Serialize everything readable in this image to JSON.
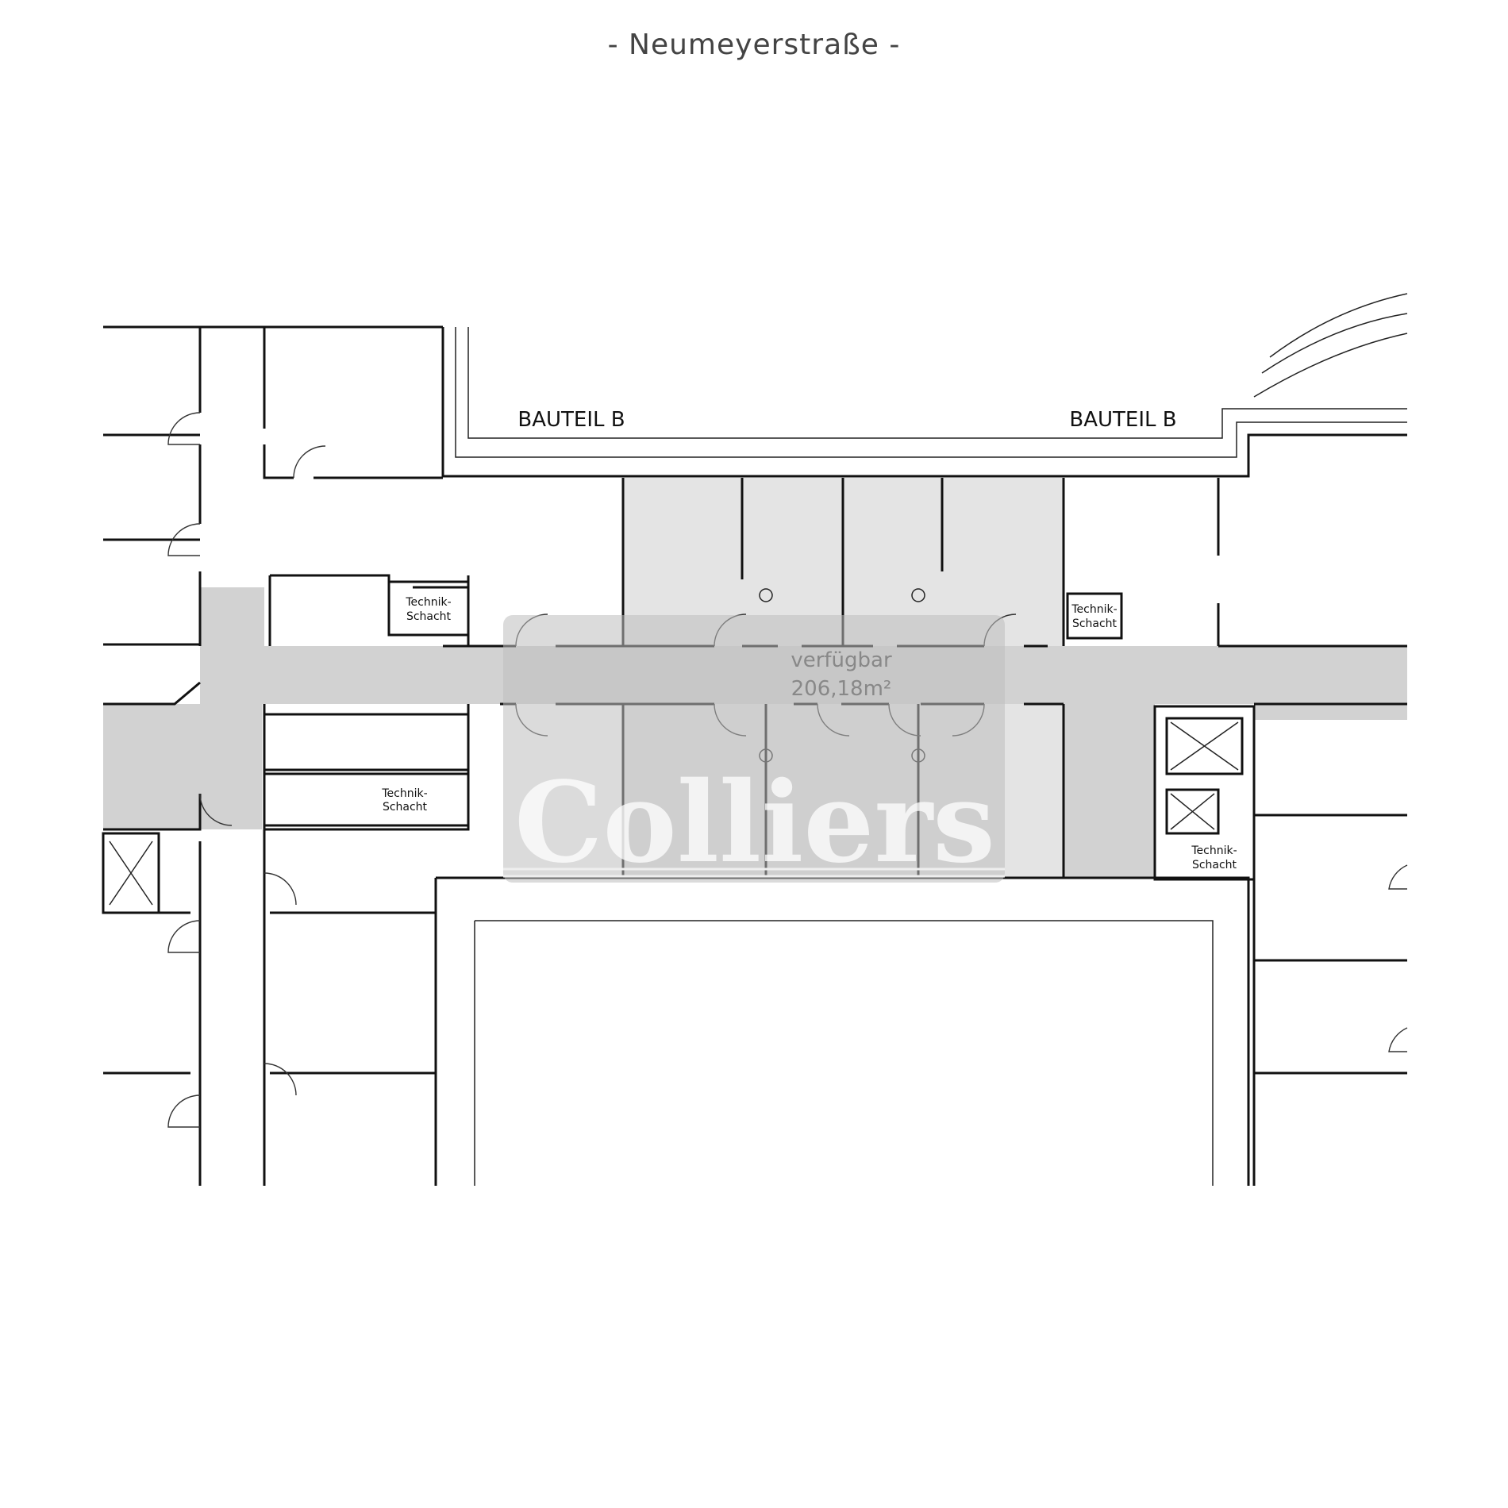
{
  "title": "- Neumeyerstraße -",
  "labels": {
    "bauteil_left": "BAUTEIL B",
    "bauteil_right": "BAUTEIL B",
    "technik": [
      {
        "line1": "Technik-",
        "line2": "Schacht"
      },
      {
        "line1": "Technik-",
        "line2": "Schacht"
      },
      {
        "line1": "Technik-",
        "line2": "Schacht"
      },
      {
        "line1": "Technik-",
        "line2": "Schacht"
      }
    ]
  },
  "availability": {
    "status": "verfügbar",
    "area": "206,18m²"
  },
  "watermark": "Colliers",
  "colors": {
    "available_room": "#e4e4e4",
    "corridor": "#d2d2d2",
    "overlay": "#bdbdbd"
  }
}
